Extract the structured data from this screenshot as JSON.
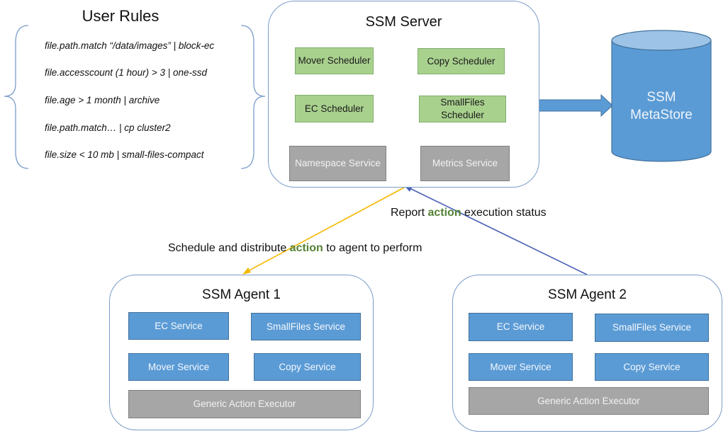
{
  "user_rules": {
    "title": "User Rules",
    "rules": [
      "file.path.match “/data/images” | block-ec",
      "file.accesscount (1 hour) > 3 | one-ssd",
      "file.age > 1 month | archive",
      "file.path.match… | cp cluster2",
      "file.size < 10 mb | small-files-compact"
    ]
  },
  "server": {
    "title": "SSM Server",
    "schedulers": [
      "Mover Scheduler",
      "Copy Scheduler",
      "EC Scheduler",
      "SmallFiles Scheduler"
    ],
    "services": [
      "Namespace Service",
      "Metrics Service"
    ]
  },
  "metastore": {
    "line1": "SSM",
    "line2": "MetaStore"
  },
  "arrows": {
    "schedule": {
      "before": "Schedule and distribute ",
      "highlight": "action",
      "after": " to agent to perform"
    },
    "report": {
      "before": "Report ",
      "highlight": "action",
      "after": " execution status"
    }
  },
  "agents": [
    {
      "title": "SSM Agent 1",
      "services": [
        "EC Service",
        "SmallFiles Service",
        "Mover Service",
        "Copy Service"
      ],
      "executor": "Generic Action Executor"
    },
    {
      "title": "SSM Agent 2",
      "services": [
        "EC Service",
        "SmallFiles Service",
        "Mover Service",
        "Copy Service"
      ],
      "executor": "Generic Action Executor"
    }
  ],
  "colors": {
    "scheduler_green": "#a9d18e",
    "service_blue": "#5b9bd5",
    "service_gray": "#a6a6a6",
    "schedule_arrow": "#f5b800",
    "report_arrow": "#4a5fb5",
    "action_highlight": "#548235"
  }
}
